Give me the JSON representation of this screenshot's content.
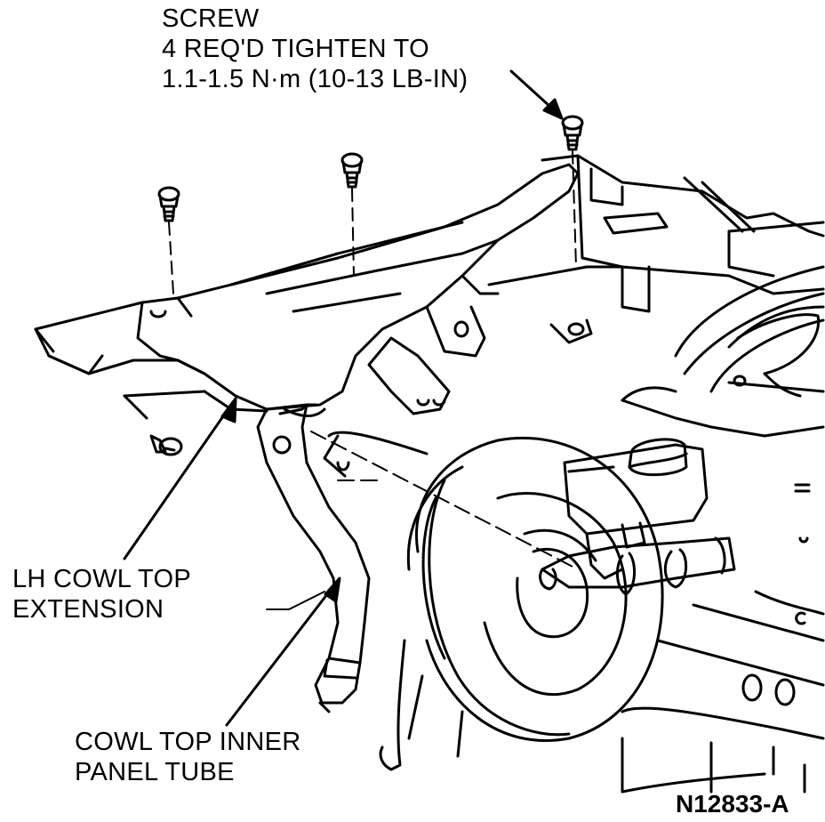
{
  "callouts": {
    "screw": {
      "line1": "SCREW",
      "line2": "4 REQ'D TIGHTEN TO",
      "line3": "1.1-1.5 N·m (10-13 LB-IN)"
    },
    "lh_cowl_top_extension": {
      "line1": "LH COWL TOP",
      "line2": "EXTENSION"
    },
    "cowl_top_inner_panel_tube": {
      "line1": "COWL TOP INNER",
      "line2": "PANEL TUBE"
    }
  },
  "figure_id": "N12833-A",
  "colors": {
    "ink": "#000000",
    "paper": "#ffffff"
  }
}
